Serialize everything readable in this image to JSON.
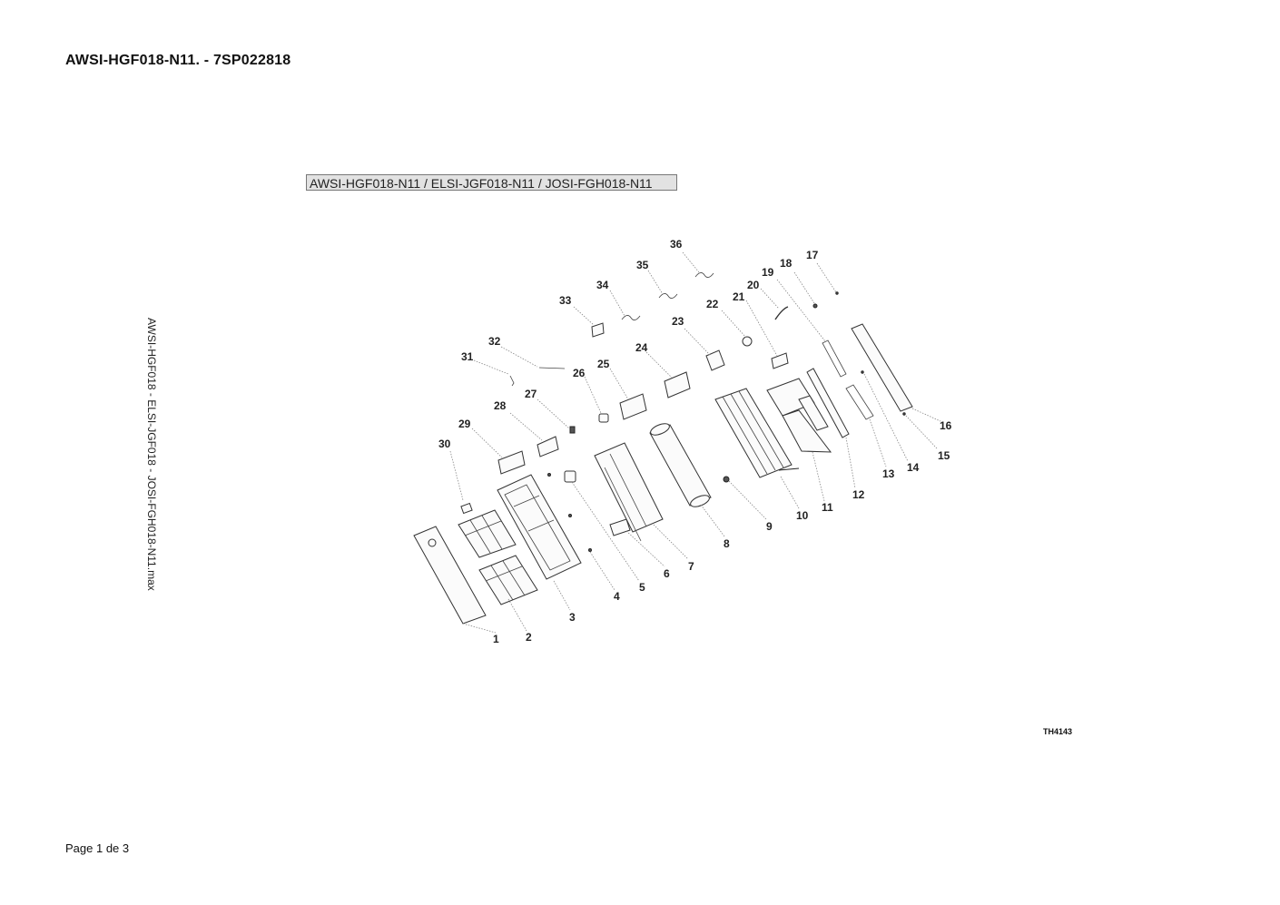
{
  "document": {
    "title": "AWSI-HGF018-N11. - 7SP022818",
    "model_banner": "AWSI-HGF018-N11 / ELSI-JGF018-N11 / JOSI-FGH018-N11",
    "side_caption": "AWSI-HGF018 - ELSI-JGF018 - JOSI-FGH018-N11.max",
    "drawing_code": "TH4143",
    "page_label": "Page 1 de 3"
  },
  "callouts": [
    "1",
    "2",
    "3",
    "4",
    "5",
    "6",
    "7",
    "8",
    "9",
    "10",
    "11",
    "12",
    "13",
    "14",
    "15",
    "16",
    "17",
    "18",
    "19",
    "20",
    "21",
    "22",
    "23",
    "24",
    "25",
    "26",
    "27",
    "28",
    "29",
    "30",
    "31",
    "32",
    "33",
    "34",
    "35",
    "36"
  ]
}
